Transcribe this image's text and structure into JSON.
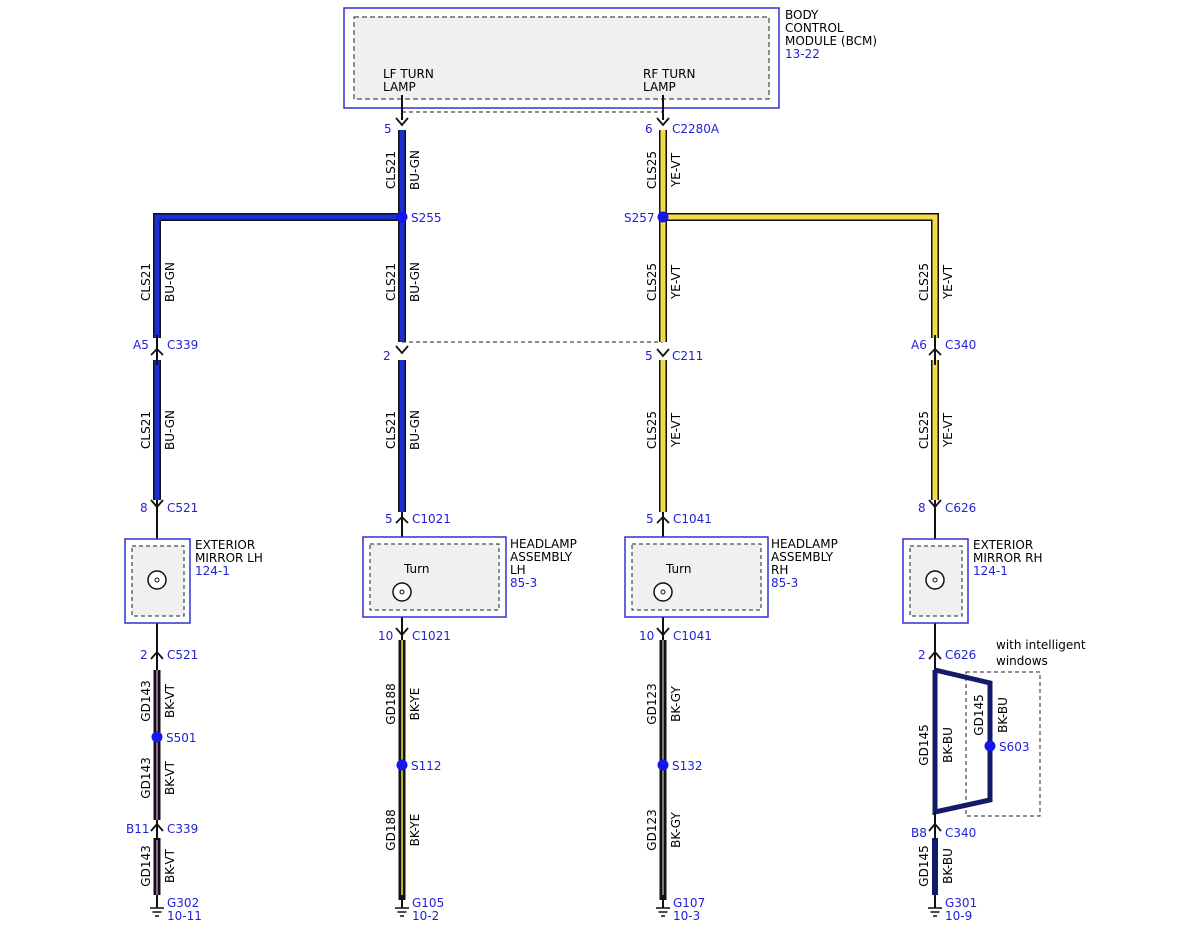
{
  "bcm": {
    "name_lines": [
      "BODY",
      "CONTROL",
      "MODULE (BCM)"
    ],
    "ref": "13-22",
    "lf_pin_lines": [
      "LF TURN",
      "LAMP"
    ],
    "rf_pin_lines": [
      "RF TURN",
      "LAMP"
    ]
  },
  "connectors": {
    "c2280a": {
      "pin_lf": "5",
      "pin_rf": "6",
      "name": "C2280A"
    },
    "c339_top": {
      "pin": "A5",
      "name": "C339"
    },
    "c211": {
      "pin_lh": "2",
      "pin_rh": "5",
      "name": "C211"
    },
    "c340_top": {
      "pin": "A6",
      "name": "C340"
    },
    "c521_top": {
      "pin": "8",
      "name": "C521"
    },
    "c1021_top": {
      "pin": "5",
      "name": "C1021"
    },
    "c1041_top": {
      "pin": "5",
      "name": "C1041"
    },
    "c626_top": {
      "pin": "8",
      "name": "C626"
    },
    "c521_bot": {
      "pin": "2",
      "name": "C521"
    },
    "c1021_bot": {
      "pin": "10",
      "name": "C1021"
    },
    "c1041_bot": {
      "pin": "10",
      "name": "C1041"
    },
    "c626_bot": {
      "pin": "2",
      "name": "C626"
    },
    "c339_bot": {
      "pin": "B11",
      "name": "C339"
    },
    "c340_bot": {
      "pin": "B8",
      "name": "C340"
    }
  },
  "splices": {
    "s255": "S255",
    "s257": "S257",
    "s501": "S501",
    "s112": "S112",
    "s132": "S132",
    "s603": "S603"
  },
  "components": {
    "mirror_lh": {
      "name_lines": [
        "EXTERIOR",
        "MIRROR LH"
      ],
      "ref": "124-1"
    },
    "headlamp_lh": {
      "name_lines": [
        "HEADLAMP",
        "ASSEMBLY",
        "LH"
      ],
      "ref": "85-3",
      "lamp_label": "Turn"
    },
    "headlamp_rh": {
      "name_lines": [
        "HEADLAMP",
        "ASSEMBLY",
        "RH"
      ],
      "ref": "85-3",
      "lamp_label": "Turn"
    },
    "mirror_rh": {
      "name_lines": [
        "EXTERIOR",
        "MIRROR RH"
      ],
      "ref": "124-1"
    }
  },
  "option_note_lines": [
    "with intelligent",
    "windows"
  ],
  "grounds": {
    "g302": {
      "name": "G302",
      "ref": "10-11"
    },
    "g105": {
      "name": "G105",
      "ref": "10-2"
    },
    "g107": {
      "name": "G107",
      "ref": "10-3"
    },
    "g301": {
      "name": "G301",
      "ref": "10-9"
    }
  },
  "circuits": {
    "cls21": "CLS21",
    "cls25": "CLS25",
    "gd143": "GD143",
    "gd188": "GD188",
    "gd123": "GD123",
    "gd145": "GD145"
  },
  "wire_colors": {
    "bu_gn": "BU-GN",
    "ye_vt": "YE-VT",
    "bk_vt": "BK-VT",
    "bk_ye": "BK-YE",
    "bk_gy": "BK-GY",
    "bk_bu": "BK-BU"
  },
  "palette": {
    "blue_wire": "#1c2fd0",
    "yellow_wire": "#f2dc4c",
    "black_wire": "#111111",
    "navy_wire": "#141a6a",
    "violet_stripe": "#c87dc0",
    "yellow_stripe": "#ecec30",
    "gray_stripe": "#9a9a9a",
    "label_blue": "#1f1fd6",
    "splice_dot": "#1515ee"
  }
}
